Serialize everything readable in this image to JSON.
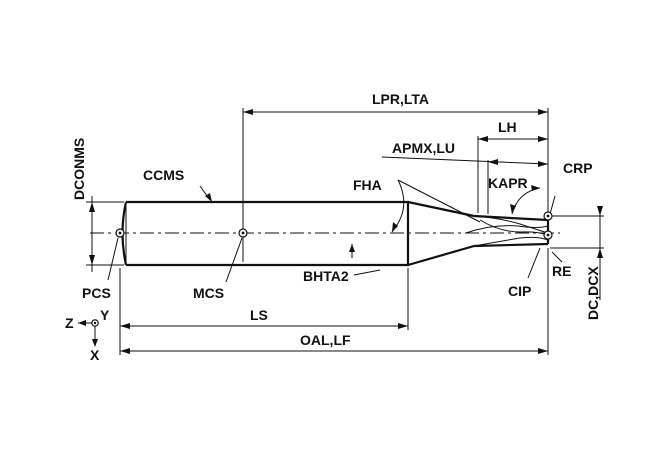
{
  "labels": {
    "lpr_lta": "LPR,LTA",
    "lh": "LH",
    "apmx_lu": "APMX,LU",
    "dconms": "DCONMS",
    "ccms": "CCMS",
    "fha": "FHA",
    "kapr": "KAPR",
    "crp": "CRP",
    "re": "RE",
    "cip": "CIP",
    "bhta2": "BHTA2",
    "pcs": "PCS",
    "mcs": "MCS",
    "ls": "LS",
    "oal_lf": "OAL,LF",
    "dc_dcx": "DC,DCX",
    "axis_z": "Z",
    "axis_y": "Y",
    "axis_x": "X"
  }
}
